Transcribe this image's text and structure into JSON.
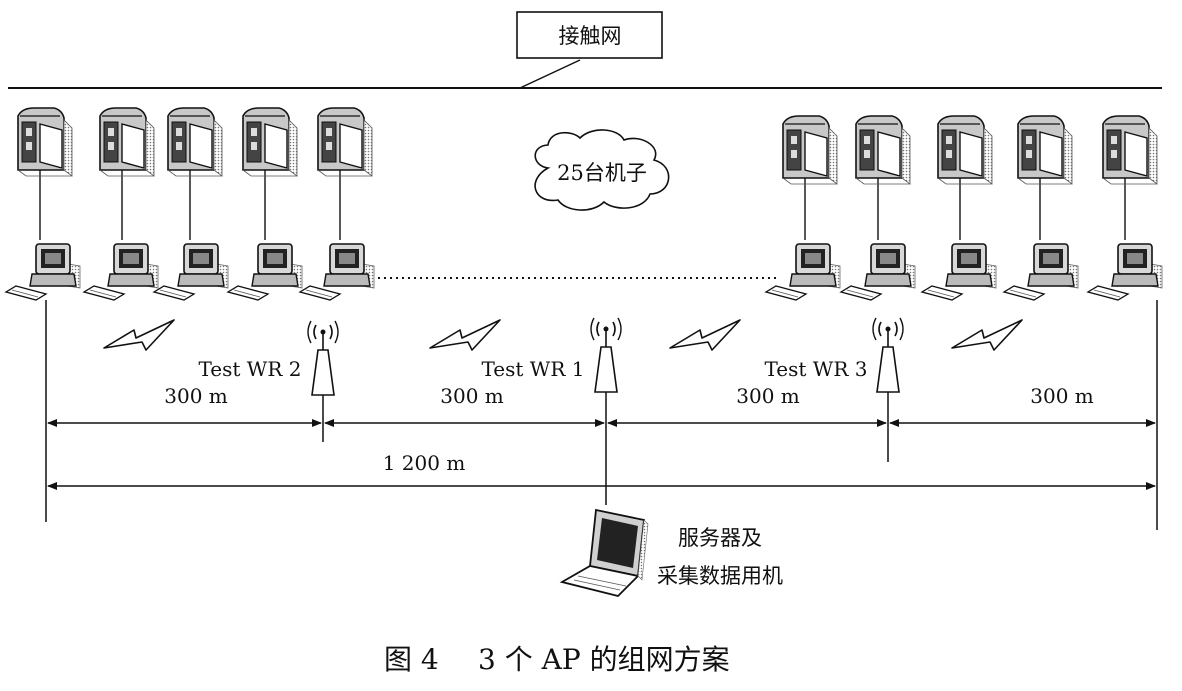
{
  "contact_network": {
    "label": "接触网"
  },
  "cloud": {
    "label": "25台机子"
  },
  "access_points": [
    {
      "label": "Test WR 2"
    },
    {
      "label": "Test WR 1"
    },
    {
      "label": "Test WR 3"
    }
  ],
  "segments": [
    {
      "label": "300 m"
    },
    {
      "label": "300 m"
    },
    {
      "label": "300 m"
    },
    {
      "label": "300 m"
    }
  ],
  "total": {
    "label": "1 200 m"
  },
  "server": {
    "line1": "服务器及",
    "line2": "采集数据用机"
  },
  "caption": {
    "figure": "图 4",
    "title": "3 个 AP 的组网方案"
  },
  "icons": {
    "train_unit": "train-unit-icon",
    "computer": "desktop-computer-icon",
    "access_point": "wireless-access-point-icon",
    "signal": "wireless-signal-icon",
    "laptop": "laptop-icon",
    "cloud": "cloud-icon"
  }
}
